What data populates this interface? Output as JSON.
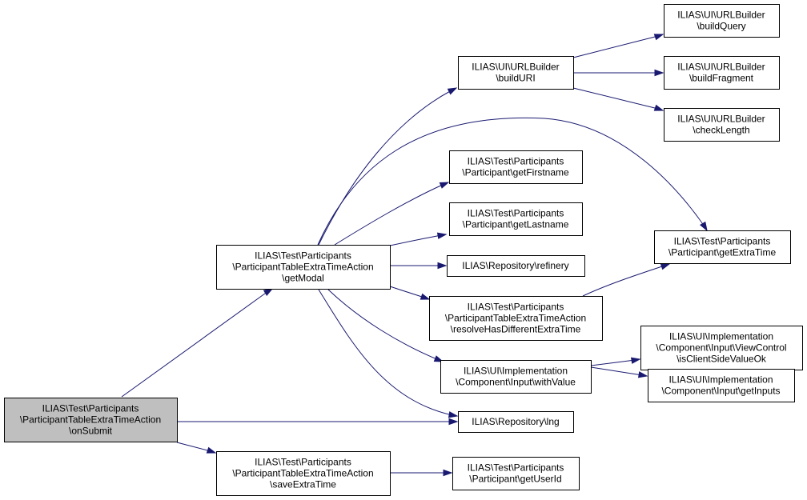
{
  "colors": {
    "edge": "#191970",
    "root_fill": "#bfbfbf",
    "node_fill": "#ffffff",
    "border": "#000000"
  },
  "nodes": {
    "onSubmit": [
      "ILIAS\\Test\\Participants",
      "\\ParticipantTableExtraTimeAction",
      "\\onSubmit"
    ],
    "getModal": [
      "ILIAS\\Test\\Participants",
      "\\ParticipantTableExtraTimeAction",
      "\\getModal"
    ],
    "saveExtraTime": [
      "ILIAS\\Test\\Participants",
      "\\ParticipantTableExtraTimeAction",
      "\\saveExtraTime"
    ],
    "buildURI": [
      "ILIAS\\UI\\URLBuilder",
      "\\buildURI"
    ],
    "getFirstname": [
      "ILIAS\\Test\\Participants",
      "\\Participant\\getFirstname"
    ],
    "getLastname": [
      "ILIAS\\Test\\Participants",
      "\\Participant\\getLastname"
    ],
    "refinery": [
      "ILIAS\\Repository\\refinery"
    ],
    "resolveHasDifferentExtraTime": [
      "ILIAS\\Test\\Participants",
      "\\ParticipantTableExtraTimeAction",
      "\\resolveHasDifferentExtraTime"
    ],
    "withValue": [
      "ILIAS\\UI\\Implementation",
      "\\Component\\Input\\withValue"
    ],
    "lng": [
      "ILIAS\\Repository\\lng"
    ],
    "getUserId": [
      "ILIAS\\Test\\Participants",
      "\\Participant\\getUserId"
    ],
    "buildQuery": [
      "ILIAS\\UI\\URLBuilder",
      "\\buildQuery"
    ],
    "buildFragment": [
      "ILIAS\\UI\\URLBuilder",
      "\\buildFragment"
    ],
    "checkLength": [
      "ILIAS\\UI\\URLBuilder",
      "\\checkLength"
    ],
    "getExtraTime": [
      "ILIAS\\Test\\Participants",
      "\\Participant\\getExtraTime"
    ],
    "isClientSideValueOk": [
      "ILIAS\\UI\\Implementation",
      "\\Component\\Input\\ViewControl",
      "\\isClientSideValueOk"
    ],
    "getInputs": [
      "ILIAS\\UI\\Implementation",
      "\\Component\\Input\\getInputs"
    ]
  }
}
